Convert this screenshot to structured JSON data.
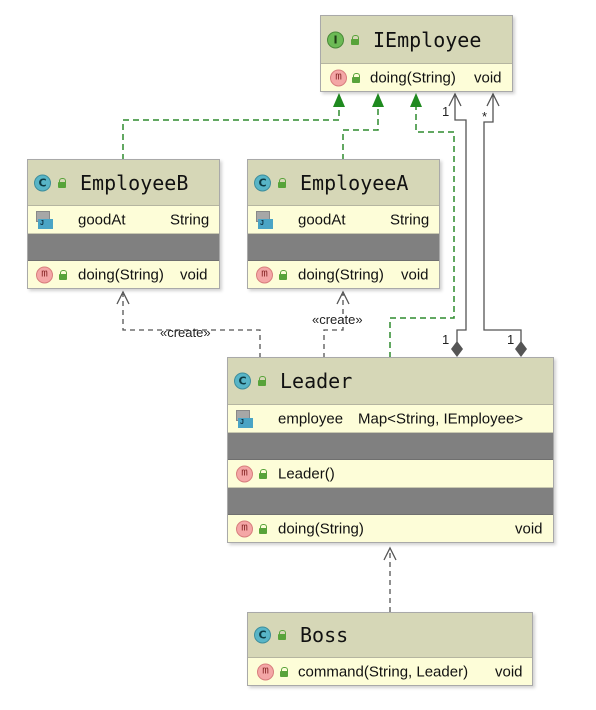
{
  "colors": {
    "realization": "#2e8b2e",
    "dependency": "#555555",
    "header": "#d6d7b7",
    "body": "#fdfdd8",
    "separator": "#808080"
  },
  "classes": {
    "iemployee": {
      "kind_icon": "I",
      "name": "IEmployee",
      "methods": [
        {
          "icon": "m",
          "name": "doing(String)",
          "type": "void"
        }
      ]
    },
    "employeeb": {
      "kind_icon": "C",
      "name": "EmployeeB",
      "fields": [
        {
          "name": "goodAt",
          "type": "String"
        }
      ],
      "methods": [
        {
          "icon": "m",
          "name": "doing(String)",
          "type": "void"
        }
      ]
    },
    "employeea": {
      "kind_icon": "C",
      "name": "EmployeeA",
      "fields": [
        {
          "name": "goodAt",
          "type": "String"
        }
      ],
      "methods": [
        {
          "icon": "m",
          "name": "doing(String)",
          "type": "void"
        }
      ]
    },
    "leader": {
      "kind_icon": "C",
      "name": "Leader",
      "fields": [
        {
          "name": "employee",
          "type": "Map<String, IEmployee>"
        }
      ],
      "constructors": [
        {
          "icon": "m",
          "name": "Leader()"
        }
      ],
      "methods": [
        {
          "icon": "m",
          "name": "doing(String)",
          "type": "void"
        }
      ]
    },
    "boss": {
      "kind_icon": "C",
      "name": "Boss",
      "methods": [
        {
          "icon": "m",
          "name": "command(String, Leader)",
          "type": "void"
        }
      ]
    }
  },
  "relations": {
    "create_b": "«create»",
    "create_a": "«create»",
    "comp1_target_mult": "1",
    "comp1_source_mult": "1",
    "comp2_target_mult": "*",
    "comp2_source_mult": "1"
  }
}
